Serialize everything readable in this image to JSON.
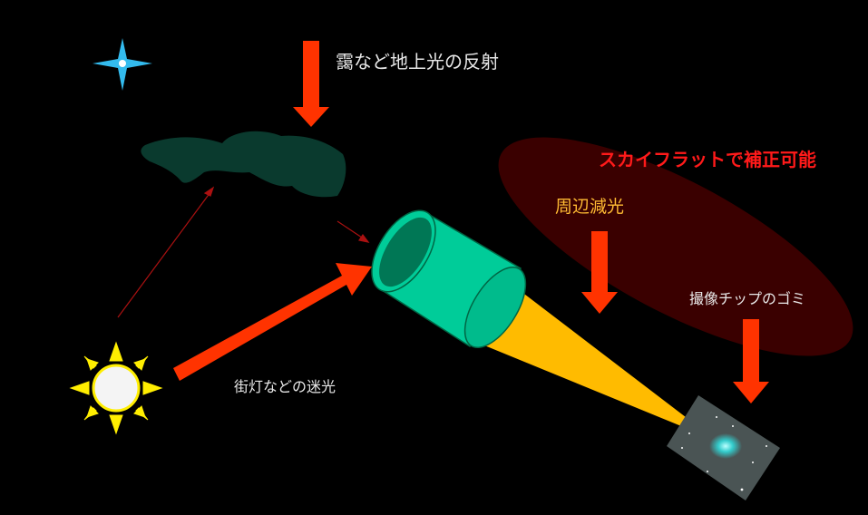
{
  "labels": {
    "haze_reflection": "靄など地上光の反射",
    "sky_flat": "スカイフラットで補正可能",
    "vignetting": "周辺減光",
    "sensor_dust": "撮像チップのゴミ",
    "stray_light": "街灯などの迷光"
  },
  "colors": {
    "arrow": "#ff3300",
    "flat_text": "#ff1a1a",
    "vignetting_text": "#ffbb33",
    "telescope": "#00cc99",
    "light_cone": "#ffbb00",
    "ellipse": "#3a0000",
    "cloud": "#0a3a2e"
  }
}
